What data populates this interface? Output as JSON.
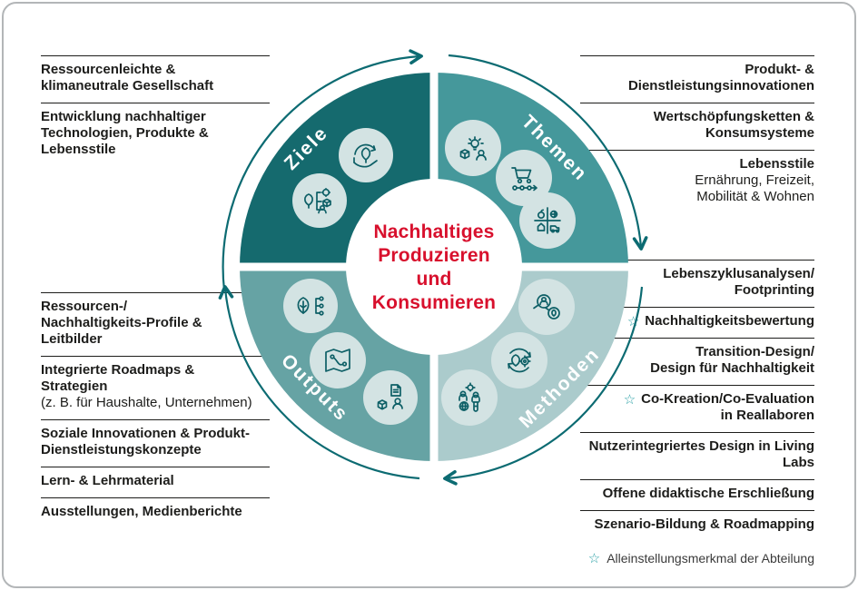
{
  "center": {
    "title": "Nachhaltiges\nProduzieren\nund\nKonsumieren",
    "color": "#d8102d"
  },
  "wheel": {
    "arrow_color": "#0c6b72",
    "quadrants": [
      {
        "id": "ziele",
        "label": "Ziele",
        "color": "#156a6e",
        "icons": [
          "leaf-hand-cycle-icon",
          "leaf-gear-cube-person-icon"
        ]
      },
      {
        "id": "themen",
        "label": "Themen",
        "color": "#45989b",
        "icons": [
          "lightbulb-person-cube-icon",
          "shopping-cart-chain-icon",
          "lifestyle-quadrants-icon"
        ]
      },
      {
        "id": "methoden",
        "label": "Methoden",
        "color": "#abcbcc",
        "icons": [
          "magnifier-person-leaf-icon",
          "cycle-leaf-gear-icon",
          "people-globe-testtube-icon"
        ]
      },
      {
        "id": "outputs",
        "label": "Outputs",
        "color": "#66a3a4",
        "icons": [
          "leaf-branch-diagram-icon",
          "roadmap-route-icon",
          "cube-document-person-icon"
        ]
      }
    ]
  },
  "lists": {
    "star_char": "☆",
    "ziele": {
      "items": [
        {
          "text": "Ressourcenleichte &\nklimaneutrale Gesellschaft"
        },
        {
          "text": "Entwicklung nachhaltiger\nTechnologien, Produkte &\nLebensstile"
        }
      ]
    },
    "themen": {
      "items": [
        {
          "text": "Produkt- &\nDienstleistungsinnovationen"
        },
        {
          "text": "Wertschöpfungsketten &\nKonsumsysteme"
        },
        {
          "text": "Lebensstile",
          "sub": "Ernährung, Freizeit,\nMobilität & Wohnen"
        }
      ]
    },
    "methoden": {
      "items": [
        {
          "text": "Lebenszyklusanalysen/\nFootprinting"
        },
        {
          "text": "Nachhaltigkeitsbewertung",
          "star": true
        },
        {
          "text": "Transition-Design/\nDesign für Nachhaltigkeit"
        },
        {
          "text": "Co-Kreation/Co-Evaluation\nin Reallaboren",
          "star": true
        },
        {
          "text": "Nutzerintegriertes Design in Living Labs"
        },
        {
          "text": "Offene didaktische Erschließung"
        },
        {
          "text": "Szenario-Bildung & Roadmapping"
        }
      ]
    },
    "outputs": {
      "items": [
        {
          "text": "Ressourcen-/\nNachhaltigkeits-Profile &\nLeitbilder"
        },
        {
          "text": "Integrierte Roadmaps &\nStrategien",
          "sub": "(z. B. für Haushalte, Unternehmen)"
        },
        {
          "text": "Soziale Innovationen & Produkt-\nDienstleistungskonzepte"
        },
        {
          "text": "Lern- & Lehrmaterial"
        },
        {
          "text": "Ausstellungen, Medienberichte"
        }
      ]
    }
  },
  "legend": {
    "star": "☆",
    "text": "Alleinstellungsmerkmal der Abteilung"
  }
}
